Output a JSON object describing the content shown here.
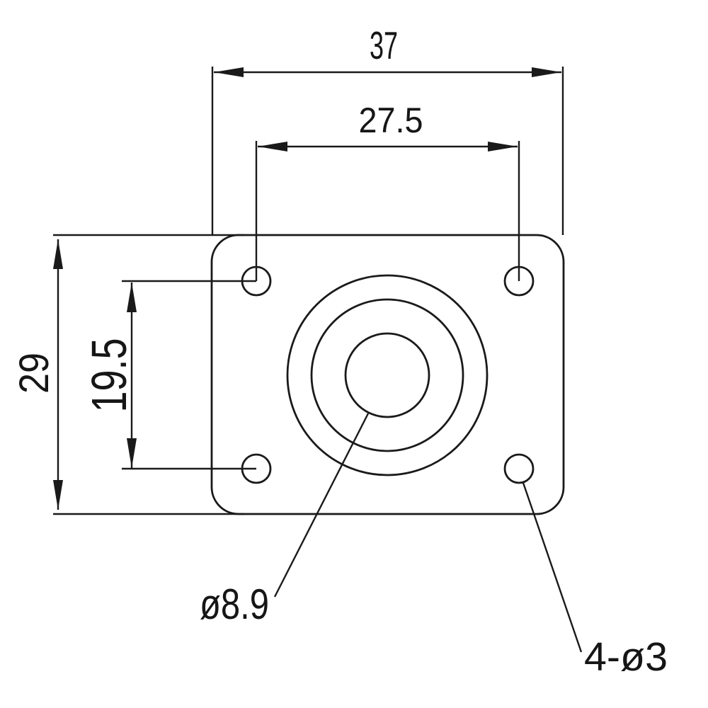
{
  "drawing": {
    "background_color": "#ffffff",
    "line_color": "#1a1a1a",
    "dimensions": {
      "overall_width": "37",
      "hole_spacing_horizontal": "27.5",
      "overall_height": "29",
      "hole_spacing_vertical": "19.5",
      "center_hole_diameter": "ø8.9",
      "corner_holes": "4-ø3"
    }
  }
}
